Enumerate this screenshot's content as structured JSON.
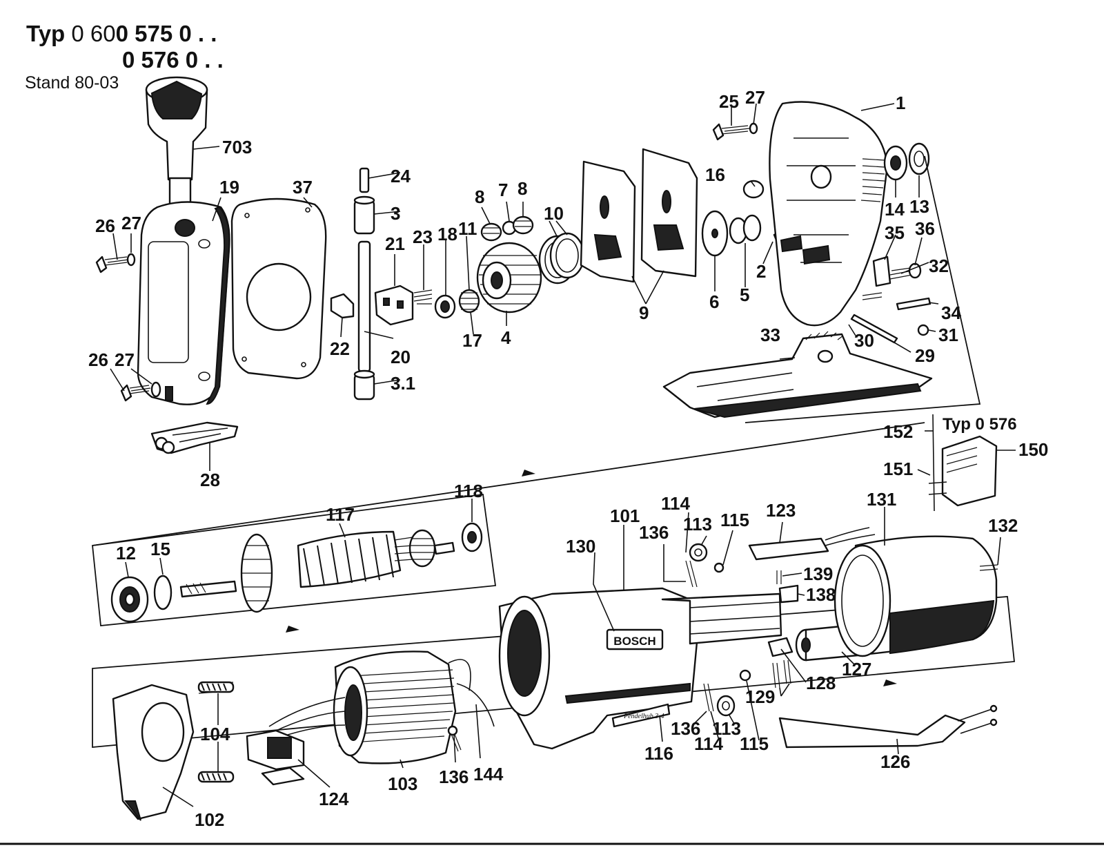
{
  "header": {
    "typ_label": "Typ",
    "typ_prefix": "0 60",
    "typ_a_bold": "0 575",
    "typ_a_suffix": "0 . .",
    "typ_b_bold": "0 576",
    "typ_b_suffix": "0 . .",
    "stand": "Stand 80-03"
  },
  "variant_note": "Typ 0 576",
  "brand_text": "BOSCH",
  "model_script": "Pendelhub 3-4",
  "part_numbers": {
    "p1": "1",
    "p2": "2",
    "p3": "3",
    "p3_1": "3.1",
    "p4": "4",
    "p5": "5",
    "p6": "6",
    "p7": "7",
    "p8a": "8",
    "p8b": "8",
    "p9": "9",
    "p10": "10",
    "p11": "11",
    "p12": "12",
    "p13": "13",
    "p14": "14",
    "p15": "15",
    "p16": "16",
    "p17": "17",
    "p18": "18",
    "p19": "19",
    "p20": "20",
    "p21": "21",
    "p22": "22",
    "p23": "23",
    "p24": "24",
    "p25": "25",
    "p26a": "26",
    "p26b": "26",
    "p27a": "27",
    "p27b": "27",
    "p27c": "27",
    "p28": "28",
    "p29": "29",
    "p30": "30",
    "p31": "31",
    "p32": "32",
    "p33": "33",
    "p34": "34",
    "p35": "35",
    "p36": "36",
    "p37": "37",
    "p101": "101",
    "p102": "102",
    "p103": "103",
    "p104": "104",
    "p113a": "113",
    "p113b": "113",
    "p114a": "114",
    "p114b": "114",
    "p115a": "115",
    "p115b": "115",
    "p116": "116",
    "p117": "117",
    "p118": "118",
    "p123": "123",
    "p124": "124",
    "p126": "126",
    "p127": "127",
    "p128": "128",
    "p129": "129",
    "p130": "130",
    "p131": "131",
    "p132": "132",
    "p136a": "136",
    "p136b": "136",
    "p136c": "136",
    "p138": "138",
    "p139": "139",
    "p144": "144",
    "p150": "150",
    "p151": "151",
    "p152": "152",
    "p703": "703"
  }
}
